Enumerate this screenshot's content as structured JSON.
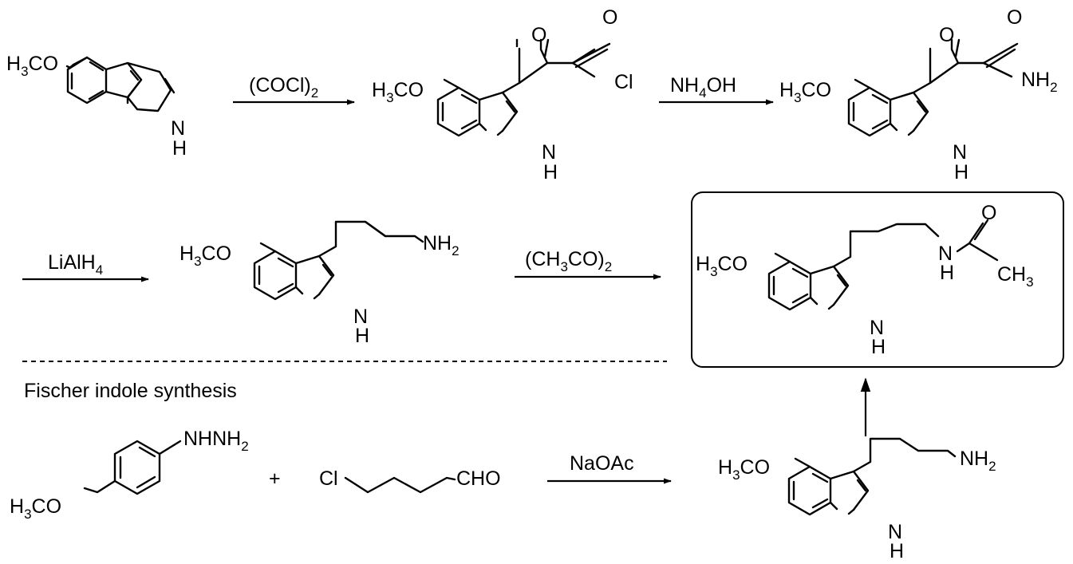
{
  "scheme": {
    "fischer_title": "Fischer indole synthesis",
    "reagents": {
      "step1": {
        "main": "(COCl)",
        "sub": "2"
      },
      "step2": {
        "pre": "NH",
        "sub": "4",
        "post": "OH"
      },
      "step3": {
        "pre": "LiAlH",
        "sub": "4"
      },
      "step4": {
        "pre": "(CH",
        "sub1": "3",
        "mid": "CO)",
        "sub2": "2"
      },
      "step5": "NaOAc"
    },
    "atoms": {
      "methoxy": {
        "pre": "H",
        "sub": "3",
        "post": "CO"
      },
      "nh": "N",
      "h": "H",
      "oxygen": "O",
      "chlorine": "Cl",
      "amine": {
        "pre": "NH",
        "sub": "2"
      },
      "methyl": {
        "pre": "CH",
        "sub": "3"
      },
      "hydrazine": {
        "pre": "NHNH",
        "sub": "2"
      },
      "aldehyde": "CHO",
      "plus": "+"
    }
  }
}
